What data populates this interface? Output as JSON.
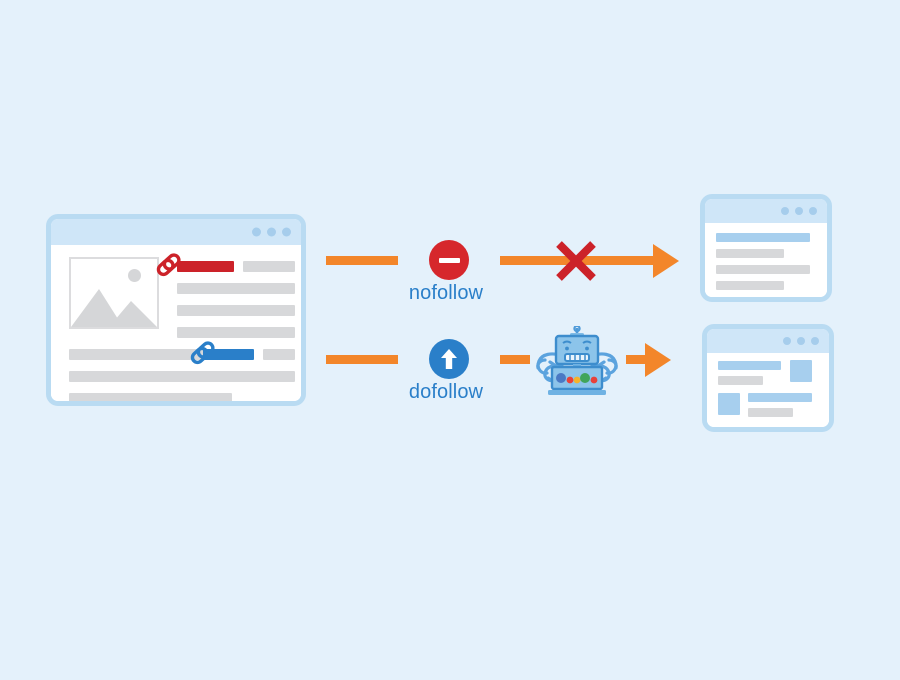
{
  "diagram": {
    "title": "nofollow vs dofollow link crawling",
    "background_color": "#e4f1fb",
    "accent_orange": "#f3862a",
    "accent_blue": "#2a7fc9",
    "accent_red": "#cc2229",
    "gray": "#d7d8da",
    "light_blue": "#a7cfee"
  },
  "source_page": {
    "name": "source-web-page",
    "titlebar": {
      "dots": [
        "dot-1",
        "dot-2",
        "dot-3"
      ]
    },
    "image_placeholder": {
      "icon": "image-placeholder-icon"
    },
    "links": [
      {
        "type": "nofollow",
        "icon": "chain-link-icon",
        "color": "#cc2229",
        "anchor_label": ""
      },
      {
        "type": "dofollow",
        "icon": "chain-link-icon",
        "color": "#2a7fc9",
        "anchor_label": ""
      }
    ],
    "text_lines": 7
  },
  "flows": [
    {
      "id": "nofollow-flow",
      "badge_icon": "no-entry-icon",
      "badge_color": "#d6272c",
      "label": "nofollow",
      "blocked": true,
      "block_icon": "red-cross-icon",
      "arrow_icon": "arrow-right-icon"
    },
    {
      "id": "dofollow-flow",
      "badge_icon": "arrow-up-circle-icon",
      "badge_color": "#2a7fc9",
      "label": "dofollow",
      "blocked": false,
      "crawler_icon": "search-bot-robot-icon",
      "arrow_icon": "arrow-right-icon"
    }
  ],
  "destination_pages": [
    {
      "name": "destination-page-blocked",
      "titlebar": {
        "dots": [
          "dot-1",
          "dot-2",
          "dot-3"
        ]
      },
      "layout": "list",
      "rows": 4
    },
    {
      "name": "destination-page-crawled",
      "titlebar": {
        "dots": [
          "dot-1",
          "dot-2",
          "dot-3"
        ]
      },
      "layout": "cards",
      "rows": 4
    }
  ],
  "robot": {
    "name": "crawler-robot",
    "body_color": "#4f9bd9",
    "dot_colors": [
      "#4a79c4",
      "#e8413a",
      "#f5b32b",
      "#3fa55b",
      "#e8413a"
    ]
  }
}
